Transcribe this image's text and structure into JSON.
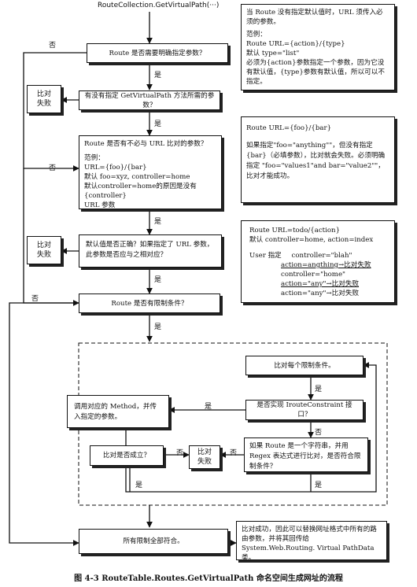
{
  "header": {
    "top_label": "RouteCollection.GetVirtualPath(···)"
  },
  "flow": {
    "q1": "Route 是否需要明确指定参数？",
    "q2": "有没有指定 GetVirtualPath 方法所需的参数？",
    "q3": {
      "title": "Route 是否有不必与 URL 比对的参数？",
      "l1": "范例：",
      "l2": "URL={foo}/{bar}",
      "l3": "默认 foo=xyz, controller=home",
      "l4": "默认controller=home的原因是没有{controller}",
      "l5": "URL 参数"
    },
    "q4": "默认值是否正确？如果指定了 URL 参数，此参数是否应与之相对应？",
    "q5": "Route 是否有限制条件？",
    "fail1": "比对\n失败",
    "fail2": "比对\n失败",
    "fail3": "比对\n失败",
    "c1": "比对每个限制条件。",
    "c2": "是否实现 IrouteConstraint 接口？",
    "c3": "调用对应的 Method，并传入指定的参数。",
    "c4": "如果 Route 是一个字符串，并用 Regex 表达式进行比对，是否符合限制条件？",
    "c5": "比对是否成立？",
    "all": "所有限制全部符合。",
    "final": "比对成功，因此可以替换网址格式中所有的路由参数，并将其回传给 System.Web.Routing. Virtual PathData 类。"
  },
  "notes": {
    "n1": {
      "l1": "当 Route 没有指定默认值时，URL 须传入必须的参数。",
      "l2": "范例：",
      "l3": "Route URL={action}/{type}",
      "l4": "默认 type=\"list\"",
      "l5": "必须为{action}参数指定一个参数，因为它没有默认值，{type}参数有默认值，所以可以不指定。"
    },
    "n2": {
      "l1": "Route URL={foo}/{bar}",
      "l2": "如果指定\"foo=\"anything\"\"，但没有指定{bar}（必填参数），比对就会失败。必须明确指定 \"foo=\"values1\"and bar=\"value2\"\"，比对才能成功。"
    },
    "n3": {
      "l1": "Route URL=todo/{action}",
      "l2": "默认 controller=home, action=index",
      "l3a": "User 指定",
      "l3b": "controller=\"blah\"",
      "l4": "action=angthing→比对失败",
      "l5": "controller=\"home\"",
      "l6": "action=\"any\"→比对失败",
      "l7": "action=\"any\"→比对失败"
    }
  },
  "edge_labels": {
    "no": "否",
    "yes": "是"
  },
  "caption": "图 4-3    RouteTable.Routes.GetVirtualPath 命名空间生成网址的流程"
}
